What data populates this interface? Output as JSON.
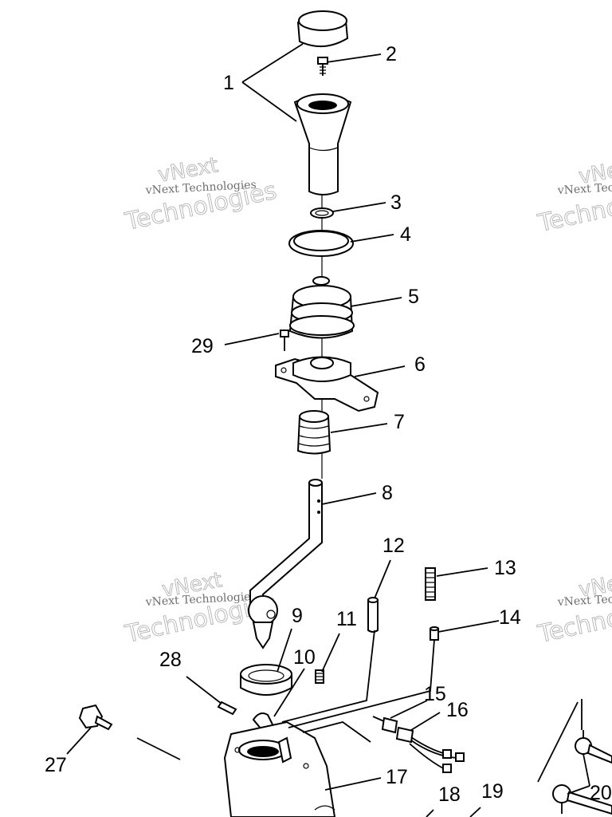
{
  "watermark": {
    "line1": "vNext Technologies",
    "big1": "vNext",
    "big2": "Technologies"
  },
  "callouts": [
    "1",
    "2",
    "3",
    "4",
    "5",
    "6",
    "7",
    "8",
    "9",
    "10",
    "11",
    "12",
    "13",
    "14",
    "15",
    "16",
    "17",
    "18",
    "19",
    "20",
    "27",
    "28",
    "29"
  ]
}
